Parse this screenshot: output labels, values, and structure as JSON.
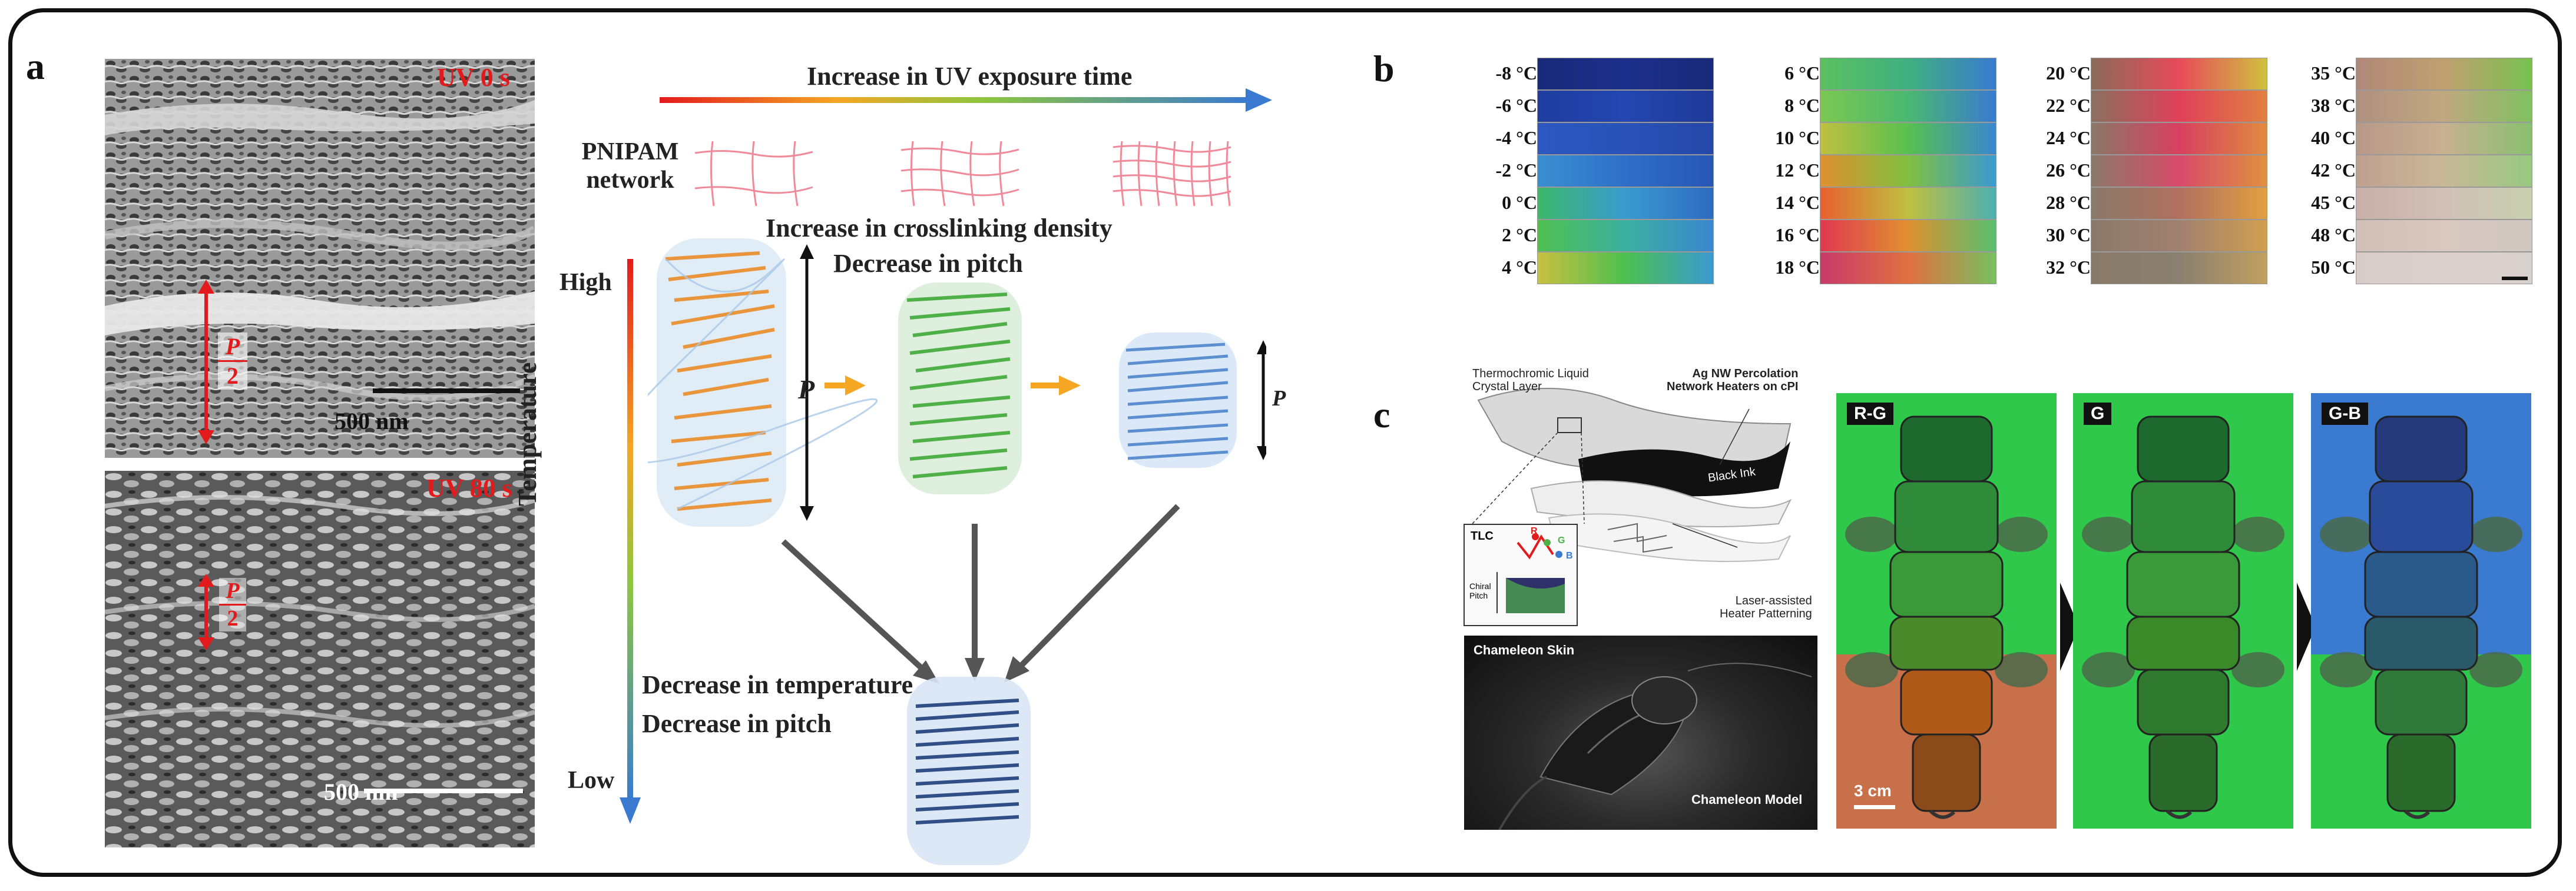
{
  "panels": {
    "a": "a",
    "b": "b",
    "c": "c"
  },
  "panel_a": {
    "sem_top_label": "UV 0 s",
    "sem_bottom_label": "UV 80 s",
    "scale_top": "500 nm",
    "scale_bottom": "500 nm",
    "pitch_symbol": "P",
    "pitch_denominator": "2",
    "uv_arrow_label": "Increase in UV exposure time",
    "network_label_line1": "PNIPAM",
    "network_label_line2": "network",
    "crosslink_label": "Increase in crosslinking density",
    "pitch_label": "Decrease in pitch",
    "temp_high": "High",
    "temp_low": "Low",
    "temp_axis": "Temperature",
    "pitch_P1": "P",
    "pitch_P2": "P",
    "bottom_label_1": "Decrease in temperature",
    "bottom_label_2": "Decrease in pitch",
    "colors": {
      "orange": "#e8953c",
      "green": "#58b85a",
      "blue": "#5b8fd0",
      "darkblue": "#2f4f86",
      "arrow_orange": "#f5a623"
    }
  },
  "panel_b": {
    "columns": [
      {
        "temps": [
          "-8 °C",
          "-6 °C",
          "-4 °C",
          "-2 °C",
          "0 °C",
          "2 °C",
          "4 °C"
        ],
        "gradients": [
          "linear-gradient(90deg,#1a2a7a,#1c2f8a,#1a2a7a)",
          "linear-gradient(90deg,#1f3da0,#2346b0,#1f3a98)",
          "linear-gradient(90deg,#2d58c0,#2a52b8,#2548a8)",
          "linear-gradient(90deg,#3a8fd0,#2f6fc8,#2856b5)",
          "linear-gradient(90deg,#3cb86a,#3a9ad0,#2f6ac0)",
          "linear-gradient(90deg,#4fc050,#3cb0a0,#3a86d0)",
          "linear-gradient(90deg,#c8c040,#4cc050,#3a9ad0)"
        ]
      },
      {
        "temps": [
          "6 °C",
          "8 °C",
          "10 °C",
          "12 °C",
          "14 °C",
          "16 °C",
          "18 °C"
        ],
        "gradients": [
          "linear-gradient(90deg,#5cc060,#3fb080,#3a7ad0)",
          "linear-gradient(90deg,#7cc850,#4ab870,#3a7ad0)",
          "linear-gradient(90deg,#c0c040,#58c050,#3a86d0)",
          "linear-gradient(90deg,#e09030,#80c040,#3a9ad0)",
          "linear-gradient(90deg,#e86030,#c0c040,#4cb0b0)",
          "linear-gradient(90deg,#e03850,#e09030,#58c070)",
          "linear-gradient(90deg,#c83a6a,#e07040,#78c060)"
        ]
      },
      {
        "temps": [
          "20 °C",
          "22 °C",
          "24 °C",
          "26 °C",
          "28 °C",
          "30 °C",
          "32 °C"
        ],
        "gradients": [
          "linear-gradient(90deg,#8a6a5a,#e84a5a,#d0c040)",
          "linear-gradient(90deg,#8a7060,#e0405a,#e08040)",
          "linear-gradient(90deg,#8a7868,#d84060,#e08a40)",
          "linear-gradient(90deg,#8a7a6a,#d84a6a,#e09040)",
          "linear-gradient(90deg,#8a7a6a,#b07060,#e0a040)",
          "linear-gradient(90deg,#8a7a6a,#a08070,#d0a050)",
          "linear-gradient(90deg,#8a7a6a,#8a8070,#c0a060)"
        ]
      },
      {
        "temps": [
          "35 °C",
          "38 °C",
          "40 °C",
          "42 °C",
          "45 °C",
          "48 °C",
          "50 °C"
        ],
        "gradients": [
          "linear-gradient(90deg,#b08878,#c0a070,#78c050)",
          "linear-gradient(90deg,#b09080,#c0a880,#80c060)",
          "linear-gradient(90deg,#b89888,#c8b090,#88c070)",
          "linear-gradient(90deg,#c0a090,#c8b898,#98c880)",
          "linear-gradient(90deg,#c8b0a8,#d0c0b8,#c8d0b0)",
          "linear-gradient(90deg,#d0c0b8,#d8c8c0,#d0c8c0)",
          "linear-gradient(90deg,#d8ccc8,#dcd0cc,#d8d0cc)"
        ]
      }
    ]
  },
  "panel_c": {
    "schematic": {
      "tlc_layer": "Thermochromic Liquid\nCrystal Layer",
      "heater_label": "Ag NW Percolation\nNetwork Heaters on cPI",
      "black_ink": "Black Ink",
      "laser_label": "Laser-assisted\nHeater Patterning",
      "inset_title": "TLC",
      "inset_pitch": "Chiral\nPitch",
      "rgb": [
        "R",
        "G",
        "B"
      ]
    },
    "photo": {
      "skin_label": "Chameleon Skin",
      "model_label": "Chameleon Model"
    },
    "states": [
      "R-G",
      "G",
      "G-B"
    ],
    "scale": "3 cm"
  }
}
